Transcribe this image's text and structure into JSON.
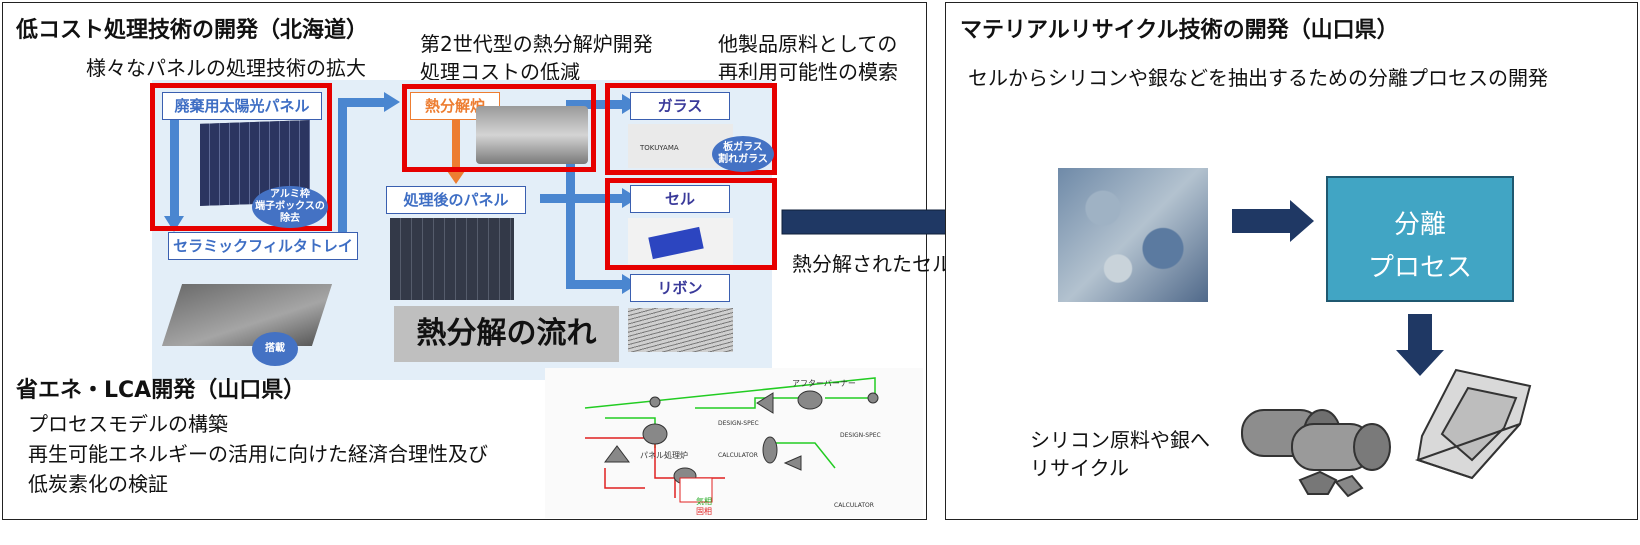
{
  "left_panel": {
    "title": "低コスト処理技術の開発（北海道）",
    "subtitle1": "様々なパネルの処理技術の拡大",
    "subtitle2_line1": "第2世代型の熱分解炉開発",
    "subtitle2_line2": "処理コストの低減",
    "subtitle3_line1": "他製品原料としての",
    "subtitle3_line2": "再利用可能性の模索"
  },
  "flow": {
    "waste_panel": "廃棄用太陽光パネル",
    "aluminum_note": "アルミ枠\n端子ボックスの\n除去",
    "ceramic_tray": "セラミックフィルタトレイ",
    "mount": "搭載",
    "furnace": "熱分解炉",
    "processed_panel": "処理後のパネル",
    "glass": "ガラス",
    "glass_note": "板ガラス\n割れガラス",
    "glass_brand": "TOKUYAMA",
    "cell": "セル",
    "ribbon": "リボン",
    "flow_title": "熱分解の流れ"
  },
  "lca": {
    "title": "省エネ・LCA開発（山口県）",
    "line1": "プロセスモデルの構築",
    "line2": "再生可能エネルギーの活用に向けた経済合理性及び",
    "line3": "低炭素化の検証",
    "flowsheet_title": "アフターバーナー",
    "flowsheet_furnace": "パネル処理炉",
    "flowsheet_calc1": "CALCULATOR",
    "flowsheet_calc2": "CALCULATOR",
    "flowsheet_spec1": "DESIGN-SPEC",
    "flowsheet_spec2": "DESIGN-SPEC",
    "legend1": "気相",
    "legend2": "固相"
  },
  "connector": {
    "label": "熱分解されたセルを使用"
  },
  "right_panel": {
    "title": "マテリアルリサイクル技術の開発（山口県）",
    "subtitle": "セルからシリコンや銀などを抽出するための分離プロセスの開発",
    "process_line1": "分離",
    "process_line2": "プロセス",
    "recycle_line1": "シリコン原料や銀へ",
    "recycle_line2": "リサイクル"
  },
  "colors": {
    "red": "#e60000",
    "blue": "#4472c4",
    "navy": "#1f3864",
    "teal": "#41a5c4",
    "orange": "#ed7d31",
    "lightblue": "#e3eef8"
  }
}
